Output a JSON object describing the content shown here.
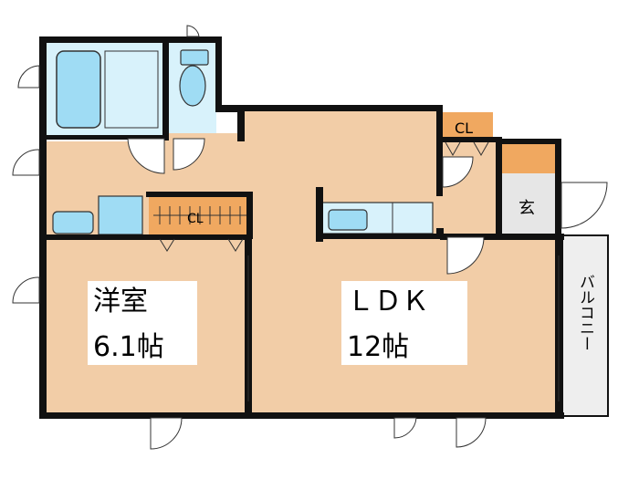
{
  "rooms": {
    "western": {
      "name": "洋室",
      "size": "6.1帖"
    },
    "ldk": {
      "name": "ＬＤＫ",
      "size": "12帖"
    },
    "entrance": {
      "name": "玄"
    },
    "balcony": {
      "name": "バルコニー"
    },
    "closet_top": {
      "name": "CL"
    },
    "closet_mid": {
      "name": "CL"
    }
  },
  "colors": {
    "wood_floor": "#f2cda7",
    "closet": "#f0a860",
    "wet_area": "#d8f2fb",
    "fixture": "#9fdcf4",
    "entrance_tile": "#e6e6e6",
    "balcony": "#eeeeee",
    "wall": "#111111"
  }
}
